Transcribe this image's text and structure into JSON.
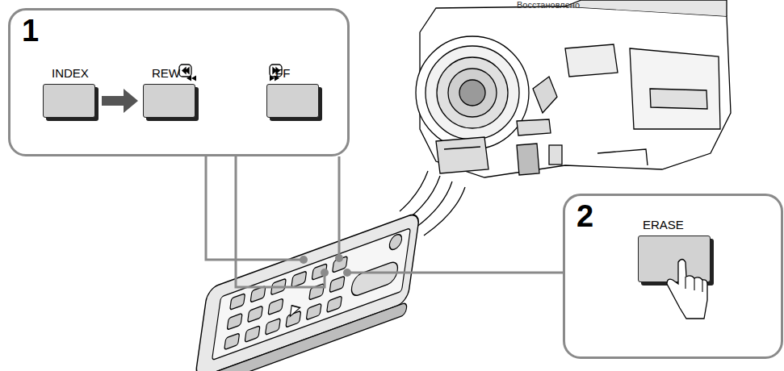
{
  "diagram": {
    "nodes": [
      {
        "text": [
          "1"
        ]
      },
      {
        "text": [
          "INDEX"
        ],
        "in": 0
      },
      {
        "text": [
          "REW"
        ],
        "in": 0
      },
      {
        "text": [
          "FF"
        ],
        "in": 0
      },
      {
        "text": [
          "2"
        ]
      },
      {
        "text": [
          "ERASE"
        ],
        "in": 4
      }
    ],
    "edges": [
      {
        "from": 1,
        "to": 2,
        "arrow": "to"
      }
    ],
    "labels": [
      "Восстановлено"
    ]
  }
}
